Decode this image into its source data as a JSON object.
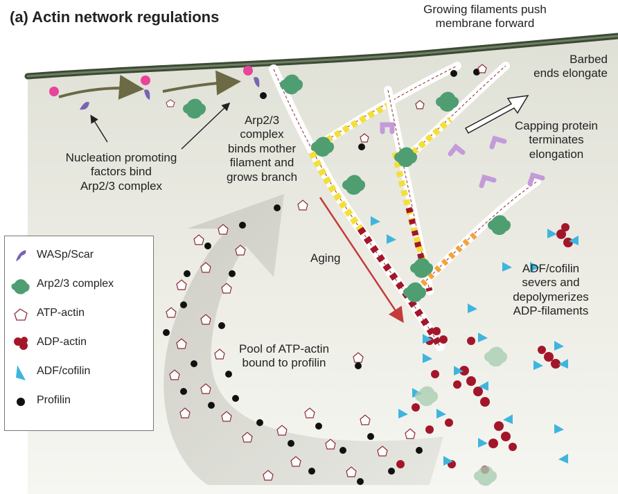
{
  "title": "(a)  Actin network regulations",
  "annotations": {
    "growing": "Growing filaments push\nmembrane forward",
    "barbed": "Barbed\nends elongate",
    "capping": "Capping protein\nterminates\nelongation",
    "nucleation": "Nucleation promoting\nfactors bind\nArp2/3 complex",
    "arp_branch": "Arp2/3\ncomplex\nbinds mother\nfilament and\ngrows branch",
    "aging": "Aging",
    "cofilin": "ADF/cofilin\nsevers and\ndepolymerizes\nADP-filaments",
    "pool": "Pool of ATP-actin\nbound to profilin"
  },
  "legend": [
    {
      "label": "WASp/Scar",
      "icon": "wasp-scar-icon",
      "color": "#7a62b5"
    },
    {
      "label": "Arp2/3 complex",
      "icon": "arp23-complex-icon",
      "color": "#4f9e72"
    },
    {
      "label": "ATP-actin",
      "icon": "atp-actin-icon",
      "color": "#ffffff"
    },
    {
      "label": "ADP-actin",
      "icon": "adp-actin-icon",
      "color": "#a3162a"
    },
    {
      "label": "ADF/cofilin",
      "icon": "adf-cofilin-icon",
      "color": "#3fb5de"
    },
    {
      "label": "Profilin",
      "icon": "profilin-icon",
      "color": "#111111"
    }
  ],
  "colors": {
    "membrane": "#3b4a34",
    "cytoplasm": "#ecece4",
    "arrow_gray": "#c8c8c0",
    "aging_arrow": "#c33b3b",
    "atp_actin_outline": "#8a2a35",
    "yellow_actin": "#f3df3a",
    "orange_actin": "#f2a33a",
    "capping_protein": "#c39bd8",
    "nucleation_arrow": "#6b6a45",
    "npf_pink": "#e8449a"
  }
}
